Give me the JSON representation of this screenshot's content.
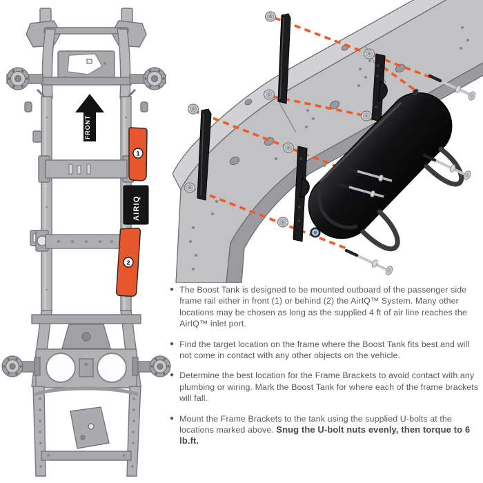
{
  "document": {
    "background": "#ffffff"
  },
  "colors": {
    "marker_orange": "#E8562B",
    "alignment_dash_orange": "#F15A24",
    "chassis_gray": "#b9b9bc",
    "component_black": "#1a1a1e",
    "body_text": "#58595b"
  },
  "chassis_view": {
    "front_arrow_label": "FRONT",
    "airiq_system_label": "AIRIQ",
    "location_marker_1": "1",
    "location_marker_2": "2"
  },
  "instructions": {
    "items": [
      {
        "text": "The Boost Tank is designed to be mounted outboard of the passenger side frame rail either in front (1) or behind (2) the AirIQ™ System. Many other locations may be chosen as long as the supplied 4 ft of air line reaches the AirIQ™ inlet port."
      },
      {
        "text": "Find the target location on the frame where the Boost Tank fits best and will not come in contact with any other objects on the vehicle."
      },
      {
        "text": "Determine the best location for the Frame Brackets to avoid contact with any plumbing or wiring. Mark the Boost Tank for where each of the frame brackets will fall."
      },
      {
        "text": "Mount the Frame Brackets to the tank using the supplied U-bolts at the locations marked above. ",
        "bold_text": "Snug the U-bolt nuts evenly, then torque to 6 lb.ft."
      }
    ]
  }
}
